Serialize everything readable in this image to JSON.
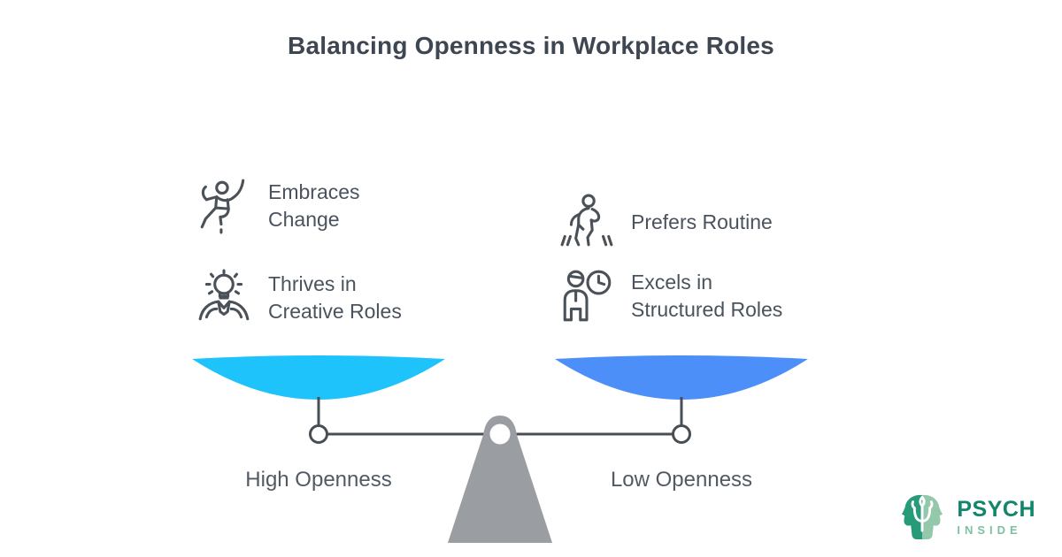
{
  "title": "Balancing Openness in Workplace Roles",
  "left_column": {
    "items": [
      {
        "icon": "dancing-person-icon",
        "label": "Embraces\nChange"
      },
      {
        "icon": "lightbulb-person-icon",
        "label": "Thrives in\nCreative Roles"
      }
    ],
    "pan_label": "High Openness",
    "pan_color": "#1fc3fb"
  },
  "right_column": {
    "items": [
      {
        "icon": "walking-person-icon",
        "label": "Prefers Routine"
      },
      {
        "icon": "person-clock-icon",
        "label": "Excels in\nStructured Roles"
      }
    ],
    "pan_label": "Low Openness",
    "pan_color": "#4d8ff8"
  },
  "scale": {
    "beam_color": "#474e54",
    "fulcrum_color": "#9a9da1"
  },
  "icon_stroke_color": "#4a5158",
  "logo": {
    "name": "PSYCH",
    "subtitle": "INSIDE",
    "primary_color": "#12866a",
    "secondary_color": "#7cc2a2",
    "mark_dark_color": "#279a7a",
    "mark_light_color": "#93c8ab"
  }
}
